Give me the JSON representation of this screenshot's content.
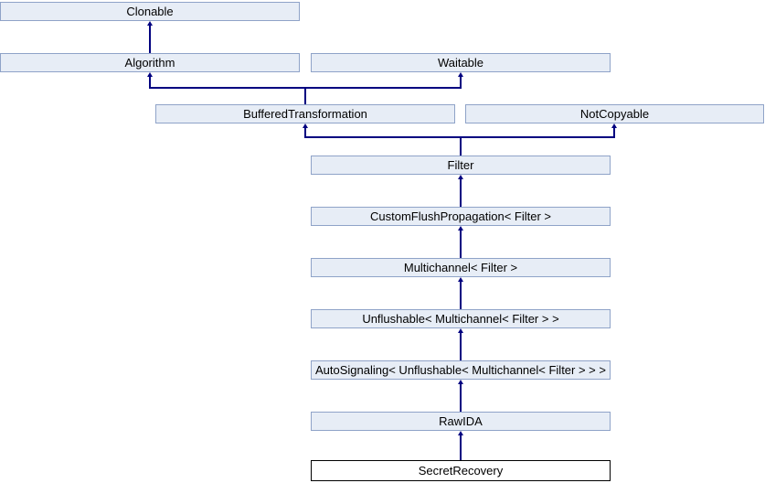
{
  "diagram": {
    "type": "class-inheritance-graph",
    "nodes": [
      {
        "id": "clonable",
        "label": "Clonable"
      },
      {
        "id": "algorithm",
        "label": "Algorithm"
      },
      {
        "id": "waitable",
        "label": "Waitable"
      },
      {
        "id": "buffered-transformation",
        "label": "BufferedTransformation"
      },
      {
        "id": "not-copyable",
        "label": "NotCopyable"
      },
      {
        "id": "filter",
        "label": "Filter"
      },
      {
        "id": "custom-flush-propagation",
        "label": "CustomFlushPropagation< Filter >"
      },
      {
        "id": "multichannel",
        "label": "Multichannel< Filter >"
      },
      {
        "id": "unflushable",
        "label": "Unflushable< Multichannel< Filter > >"
      },
      {
        "id": "auto-signaling",
        "label": "AutoSignaling< Unflushable< Multichannel< Filter > > >"
      },
      {
        "id": "raw-ida",
        "label": "RawIDA"
      },
      {
        "id": "secret-recovery",
        "label": "SecretRecovery"
      }
    ],
    "edges": [
      {
        "from": "algorithm",
        "to": "clonable"
      },
      {
        "from": "buffered-transformation",
        "to": "algorithm"
      },
      {
        "from": "buffered-transformation",
        "to": "waitable"
      },
      {
        "from": "filter",
        "to": "buffered-transformation"
      },
      {
        "from": "filter",
        "to": "not-copyable"
      },
      {
        "from": "custom-flush-propagation",
        "to": "filter"
      },
      {
        "from": "multichannel",
        "to": "custom-flush-propagation"
      },
      {
        "from": "unflushable",
        "to": "multichannel"
      },
      {
        "from": "auto-signaling",
        "to": "unflushable"
      },
      {
        "from": "raw-ida",
        "to": "auto-signaling"
      },
      {
        "from": "secret-recovery",
        "to": "raw-ida"
      }
    ],
    "colors": {
      "background": "#FFFFFF",
      "node_fill": "#E7EDF6",
      "node_border": "#8FA3C8",
      "edge": "#000080",
      "focus_fill": "#FFFFFF",
      "focus_border": "#000000",
      "text": "#000000"
    }
  }
}
